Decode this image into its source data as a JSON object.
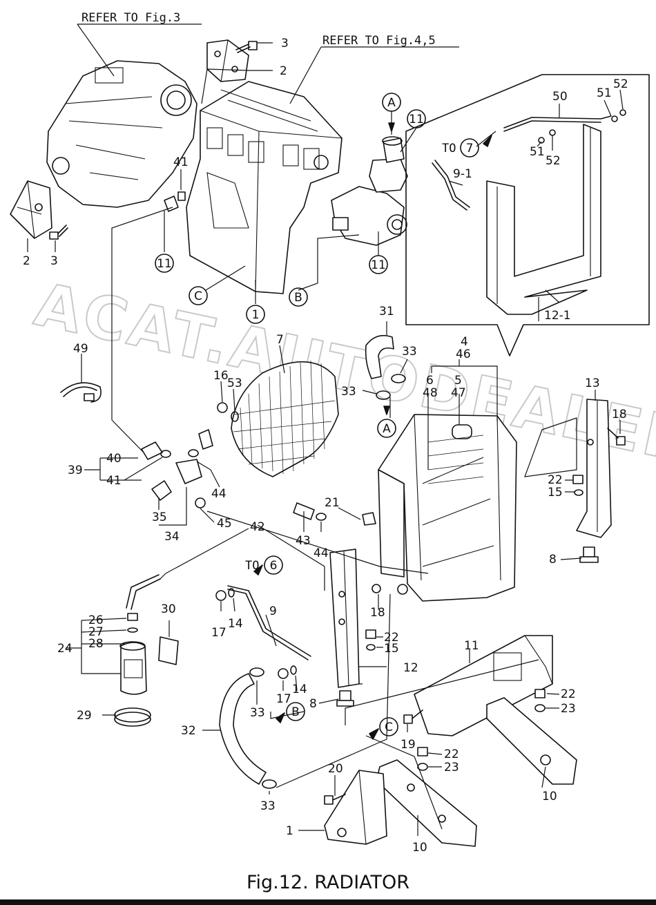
{
  "figure": {
    "caption": "Fig.12.  RADIATOR",
    "watermark": "ACAT.AUTODEALER.RU"
  },
  "references": {
    "fig3": "REFER TO Fig.3",
    "fig45": "REFER TO Fig.4,5",
    "to7": "TO",
    "to6": "TO"
  },
  "circled_marks": {
    "A": "A",
    "B": "B",
    "C": "C",
    "n1": "1",
    "n6": "6",
    "n7": "7",
    "n11": "11"
  },
  "part_numbers": {
    "p1": "1",
    "p2": "2",
    "p3": "3",
    "p4": "4",
    "p5": "5",
    "p6": "6",
    "p7": "7",
    "p8": "8",
    "p9": "9",
    "p9_1": "9-1",
    "p10": "10",
    "p11": "11",
    "p12": "12",
    "p12_1": "12-1",
    "p13": "13",
    "p14": "14",
    "p15": "15",
    "p16": "16",
    "p17": "17",
    "p18": "18",
    "p19": "19",
    "p20": "20",
    "p21": "21",
    "p22": "22",
    "p23": "23",
    "p24": "24",
    "p26": "26",
    "p27": "27",
    "p28": "28",
    "p29": "29",
    "p30": "30",
    "p31": "31",
    "p32": "32",
    "p33": "33",
    "p34": "34",
    "p35": "35",
    "p39": "39",
    "p40": "40",
    "p41": "41",
    "p42": "42",
    "p43": "43",
    "p44": "44",
    "p45": "45",
    "p46": "46",
    "p47": "47",
    "p48": "48",
    "p49": "49",
    "p50": "50",
    "p51": "51",
    "p52": "52",
    "p53": "53"
  }
}
